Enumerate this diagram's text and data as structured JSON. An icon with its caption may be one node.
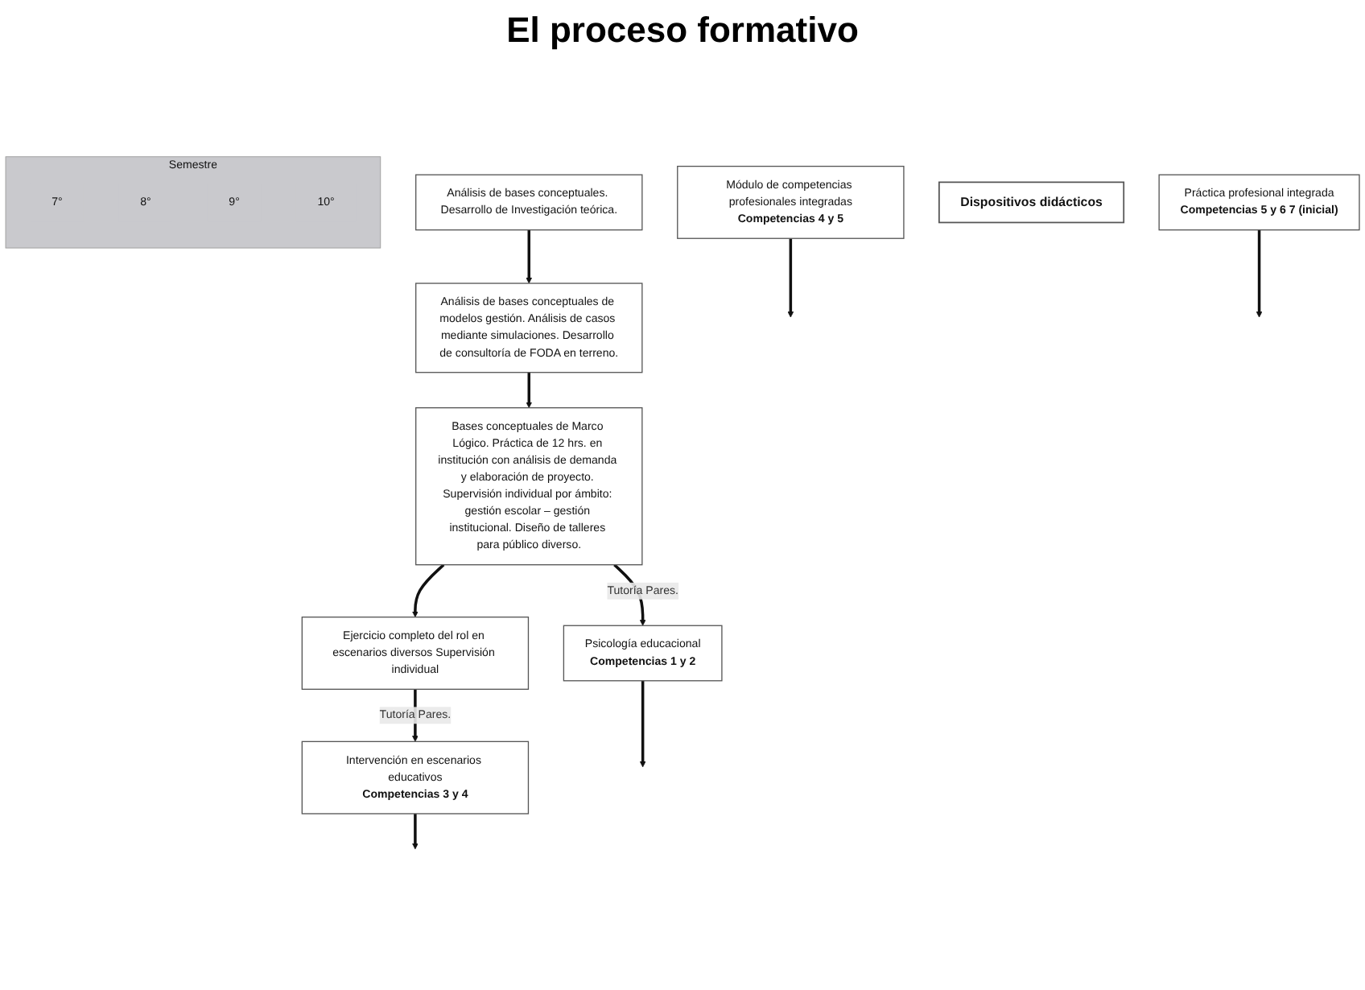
{
  "diagram": {
    "title": "El proceso formativo",
    "nodes": [
      {
        "text": [
          "Semestre"
        ]
      },
      {
        "text": [
          "7°"
        ],
        "in": 0
      },
      {
        "text": [
          "8°"
        ],
        "in": 0
      },
      {
        "text": [
          "9°"
        ],
        "in": 0
      },
      {
        "text": [
          "10°"
        ],
        "in": 0
      },
      {
        "text": [
          "Psicología educacional",
          "Competencias 1 y 2"
        ]
      },
      {
        "text": [
          "Intervención en escenarios educativos",
          "Competencias 3 y 4"
        ]
      },
      {
        "text": [
          "Módulo de competencias profesionales integradas",
          "Competencias 4 y 5"
        ]
      },
      {
        "text": [
          "Práctica profesional integrada",
          "Competencias 5 y 6 7 (inicial)"
        ]
      },
      {
        "text": [
          "Dispositivos didácticos"
        ]
      },
      {
        "text": [
          "Análisis de bases conceptuales. Desarrollo de Investigación teórica."
        ]
      },
      {
        "text": [
          "Análisis de bases conceptuales de modelos gestión. Análisis de casos mediante simulaciones. Desarrollo de consultoría de FODA en terreno."
        ]
      },
      {
        "text": [
          "Bases conceptuales de Marco Lógico. Práctica de 12 hrs. en institución con análisis de demanda y elaboración de proyecto. Supervisión individual por ámbito: gestión escolar – gestión institucional. Diseño de talleres para público diverso."
        ]
      },
      {
        "text": [
          "Ejercicio completo del rol en escenarios diversos Supervisión individual"
        ]
      }
    ],
    "edges": [
      {
        "from": 10,
        "to": 11,
        "arrow": "to"
      },
      {
        "from": 11,
        "to": 12,
        "arrow": "to"
      },
      {
        "from": 12,
        "to": 13,
        "arrow": "to"
      },
      {
        "from": 12,
        "to": 5,
        "arrow": "to",
        "label": "Tutoría Pares."
      },
      {
        "from": 13,
        "to": 6,
        "arrow": "to",
        "label": "Tutoría Pares."
      },
      {
        "from": 5,
        "to": null,
        "arrow": "to"
      },
      {
        "from": 6,
        "to": null,
        "arrow": "to"
      },
      {
        "from": 7,
        "to": null,
        "arrow": "to"
      },
      {
        "from": 8,
        "to": null,
        "arrow": "to"
      }
    ]
  }
}
